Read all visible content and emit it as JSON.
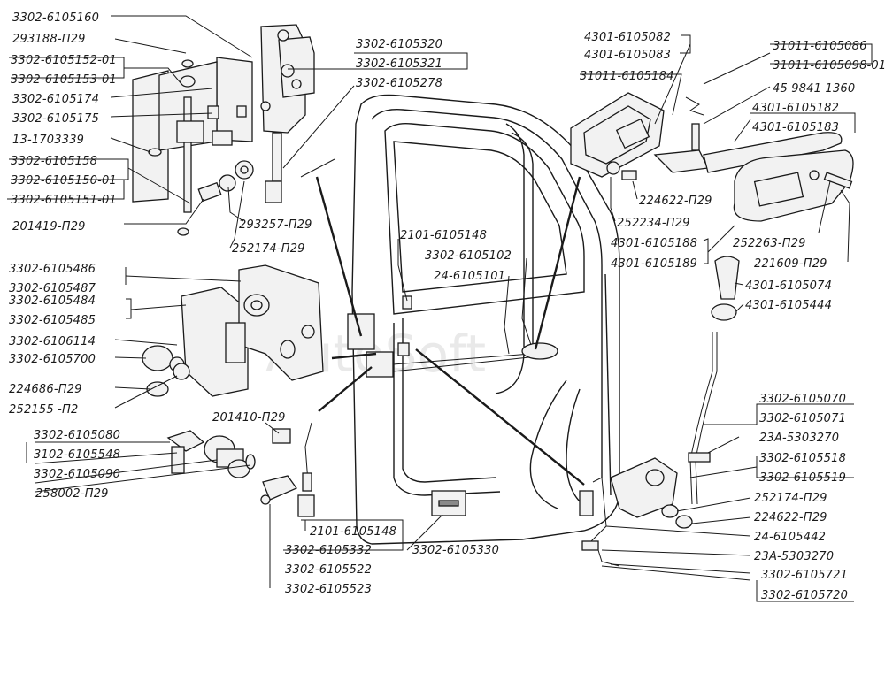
{
  "labels": {
    "p_3302_6105160": "3302-6105160",
    "p_293188_p29": "293188-П29",
    "p_3302_6105152_01": "3302-6105152-01",
    "p_3302_6105153_01": "3302-6105153-01",
    "p_3302_6105174": "3302-6105174",
    "p_3302_6105175": "3302-6105175",
    "p_13_1703339": "13-1703339",
    "p_3302_6105158": "3302-6105158",
    "p_3302_6105150_01": "3302-6105150-01",
    "p_3302_6105151_01": "3302-6105151-01",
    "p_201419_p29": "201419-П29",
    "p_293257_p29": "293257-П29",
    "p_252174_p29_a": "252174-П29",
    "p_3302_6105320": "3302-6105320",
    "p_3302_6105321": "3302-6105321",
    "p_3302_6105278": "3302-6105278",
    "p_4301_6105082": "4301-6105082",
    "p_4301_6105083": "4301-6105083",
    "p_31011_6105184": "31011-6105184",
    "p_31011_6105086": "31011-6105086",
    "p_31011_6105098_01": "31011-6105098-01",
    "p_45_9841_1360": "45 9841 1360",
    "p_4301_6105182": "4301-6105182",
    "p_4301_6105183": "4301-6105183",
    "p_224622_p29_a": "224622-П29",
    "p_252234_p29": "252234-П29",
    "p_252263_p29": "252263-П29",
    "p_221609_p29": "221609-П29",
    "p_4301_6105188": "4301-6105188",
    "p_4301_6105189": "4301-6105189",
    "p_4301_6105074": "4301-6105074",
    "p_4301_6105444": "4301-6105444",
    "p_2101_6105148_a": "2101-6105148",
    "p_3302_6105102": "3302-6105102",
    "p_24_6105101": "24-6105101",
    "p_3302_6105486": "3302-6105486",
    "p_3302_6105487": "3302-6105487",
    "p_3302_6105484": "3302-6105484",
    "p_3302_6105485": "3302-6105485",
    "p_3302_6106114": "3302-6106114",
    "p_3302_6105700": "3302-6105700",
    "p_224686_p29": "224686-П29",
    "p_252155_p2": "252155 -П2",
    "p_201410_p29": "201410-П29",
    "p_3302_6105080": "3302-6105080",
    "p_3102_6105548": "3102-6105548",
    "p_3302_6105090": "3302-6105090",
    "p_258002_p29": "258002-П29",
    "p_2101_6105148_b": "2101-6105148",
    "p_3302_6105332": "3302-6105332",
    "p_3302_6105330": "3302-6105330",
    "p_3302_6105522": "3302-6105522",
    "p_3302_6105523": "3302-6105523",
    "p_3302_6105070": "3302-6105070",
    "p_3302_6105071": "3302-6105071",
    "p_23a_5303270_a": "23А-5303270",
    "p_3302_6105518": "3302-6105518",
    "p_3302_6105519": "3302-6105519",
    "p_252174_p29_b": "252174-П29",
    "p_224622_p29_b": "224622-П29",
    "p_24_6105442": "24-6105442",
    "p_23a_5303270_b": "23А-5303270",
    "p_3302_6105721": "3302-6105721",
    "p_3302_6105720": "3302-6105720"
  },
  "watermark": "AutoSoft"
}
